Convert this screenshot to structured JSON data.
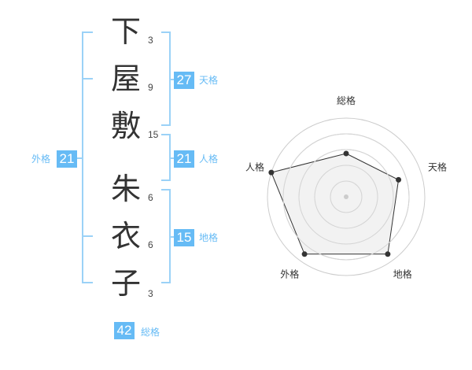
{
  "chart_data": {
    "type": "radar",
    "characters": [
      {
        "char": "下",
        "strokes": "3"
      },
      {
        "char": "屋",
        "strokes": "9"
      },
      {
        "char": "敷",
        "strokes": "15"
      },
      {
        "char": "朱",
        "strokes": "6"
      },
      {
        "char": "衣",
        "strokes": "6"
      },
      {
        "char": "子",
        "strokes": "3"
      }
    ],
    "scores": {
      "tenkaku": {
        "label": "天格",
        "value": "27"
      },
      "jinkaku": {
        "label": "人格",
        "value": "21"
      },
      "chikaku": {
        "label": "地格",
        "value": "15"
      },
      "gaikaku": {
        "label": "外格",
        "value": "21"
      },
      "soukaku": {
        "label": "総格",
        "value": "42"
      }
    },
    "axes": [
      "総格",
      "天格",
      "地格",
      "外格",
      "人格"
    ],
    "values": [
      0.55,
      0.7,
      0.9,
      0.9,
      1.0
    ],
    "rlim": [
      0,
      1
    ],
    "ring_color": "#cccccc",
    "fill_color": "#f0f0f0",
    "accent": "#66bbf5"
  }
}
